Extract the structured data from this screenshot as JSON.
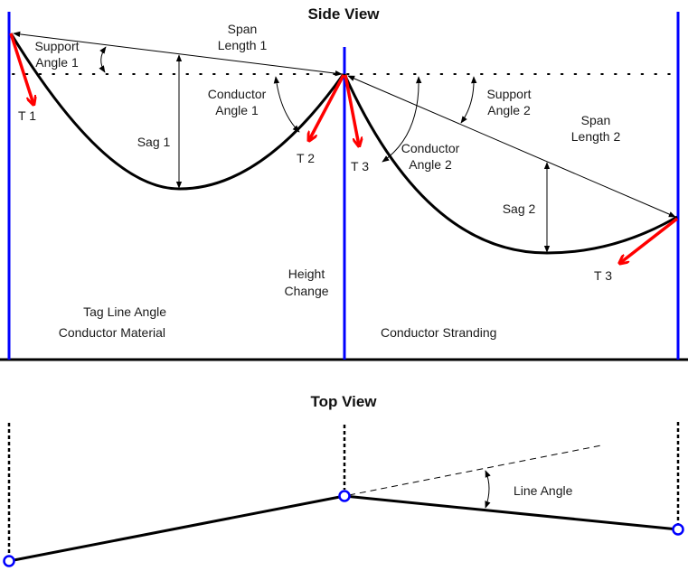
{
  "colors": {
    "pole": "#0000ff",
    "tension": "#ff0000",
    "conductor": "#000000",
    "annotation": "#000000",
    "node_fill": "#ffffff",
    "node_stroke": "#0000ff"
  },
  "side_view": {
    "title": "Side View",
    "labels": {
      "support_angle_1": [
        "Support",
        "Angle 1"
      ],
      "span_length_1": [
        "Span",
        "Length 1"
      ],
      "conductor_angle_1": [
        "Conductor",
        "Angle 1"
      ],
      "sag_1": "Sag 1",
      "t1": "T 1",
      "t2": "T 2",
      "t3_mid": "T 3",
      "support_angle_2": [
        "Support",
        "Angle 2"
      ],
      "span_length_2": [
        "Span",
        "Length 2"
      ],
      "conductor_angle_2": [
        "Conductor",
        "Angle 2"
      ],
      "sag_2": "Sag 2",
      "t3_right": "T 3",
      "height_change": [
        "Height",
        "Change"
      ],
      "tag_line_angle": "Tag Line Angle",
      "conductor_material": "Conductor Material",
      "conductor_stranding": "Conductor Stranding"
    }
  },
  "top_view": {
    "title": "Top View",
    "labels": {
      "line_angle": "Line Angle"
    }
  }
}
